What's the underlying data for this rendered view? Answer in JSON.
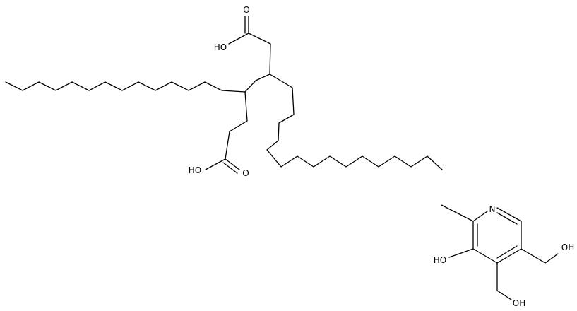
{
  "molecules": [
    {
      "id": "dialkyl-dicarboxylic-acid",
      "labels": {
        "hydroxyl_top": "HO",
        "oxygen_top": "O",
        "hydroxyl_bottom": "HO",
        "oxygen_bottom": "O"
      }
    },
    {
      "id": "pyridoxine",
      "labels": {
        "nitrogen": "N",
        "hydroxyl_ring": "HO",
        "hydroxymethyl_right": "OH",
        "hydroxymethyl_bottom": "OH"
      }
    }
  ]
}
